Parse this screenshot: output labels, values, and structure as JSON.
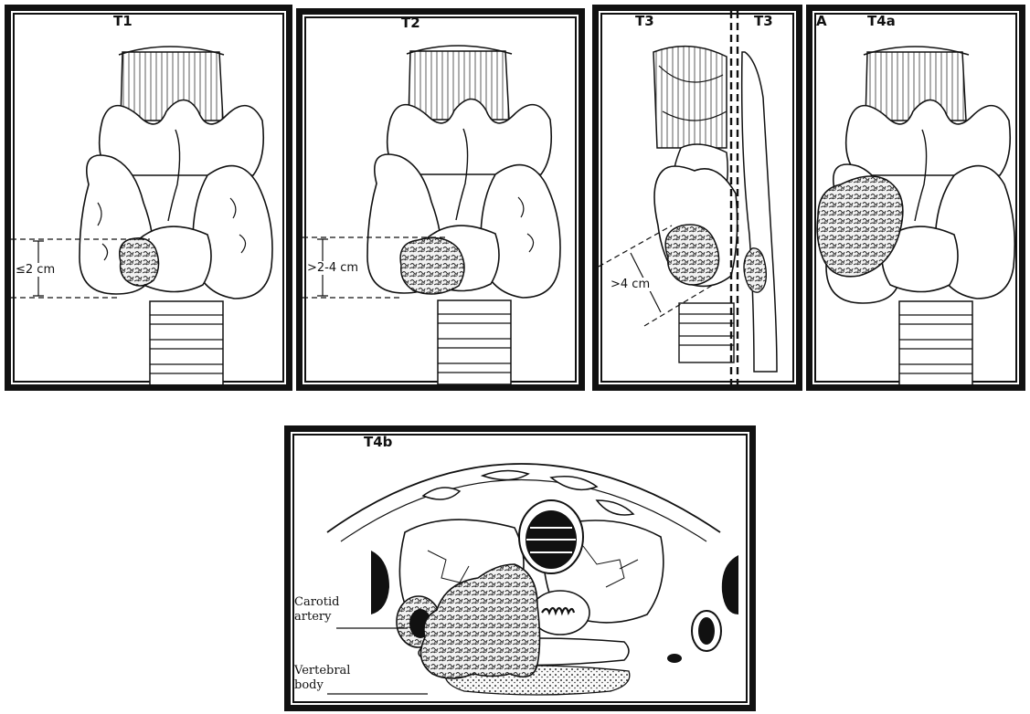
{
  "panels": {
    "t1": {
      "label": "T1",
      "measure": "≤2 cm"
    },
    "t2": {
      "label": "T2",
      "measure": ">2-4 cm"
    },
    "t3": {
      "label_left": "T3",
      "label_right": "T3",
      "measure": ">4 cm"
    },
    "t4a": {
      "marker": "A",
      "label": "T4a"
    },
    "t4b": {
      "label": "T4b",
      "annotations": {
        "carotid_line1": "Carotid",
        "carotid_line2": "artery",
        "vertebral_line1": "Vertebral",
        "vertebral_line2": "body"
      }
    }
  }
}
